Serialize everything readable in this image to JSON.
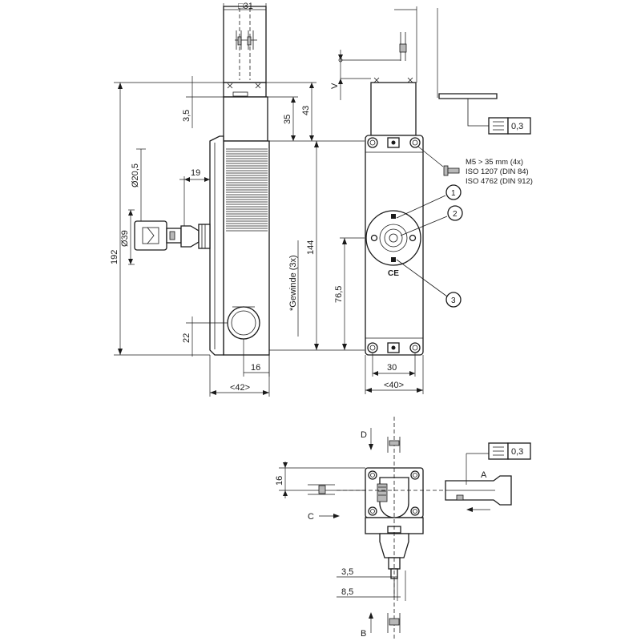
{
  "dimensions": {
    "square_31": "□31",
    "d_3_5_top": "3,5",
    "d_35": "35",
    "d_43": "43",
    "d_192": "192",
    "d_phi_20_5": "Ø20,5",
    "d_19": "19",
    "d_phi_39": "Ø39",
    "d_144": "144",
    "d_76_5": "76,5",
    "d_22": "22",
    "d_16_side": "16",
    "d_42": "<42>",
    "d_30": "30",
    "d_40": "<40>",
    "d_16_bottom": "16",
    "d_3_5_bottom": "3,5",
    "d_8_5": "8,5"
  },
  "labels": {
    "gewinde": "*Gewinde (3x)",
    "v": "V",
    "screw_line1": "M5 > 35 mm (4x)",
    "screw_line2": "ISO 1207 (DIN 84)",
    "screw_line3": "ISO 4762 (DIN 912)",
    "ce": "CE",
    "callout_1": "1",
    "callout_2": "2",
    "callout_3": "3",
    "dir_a": "A",
    "dir_b": "B",
    "dir_c": "C",
    "dir_d": "D"
  },
  "tolerances": {
    "flatness_top": "0,3",
    "flatness_bottom": "0,3"
  }
}
